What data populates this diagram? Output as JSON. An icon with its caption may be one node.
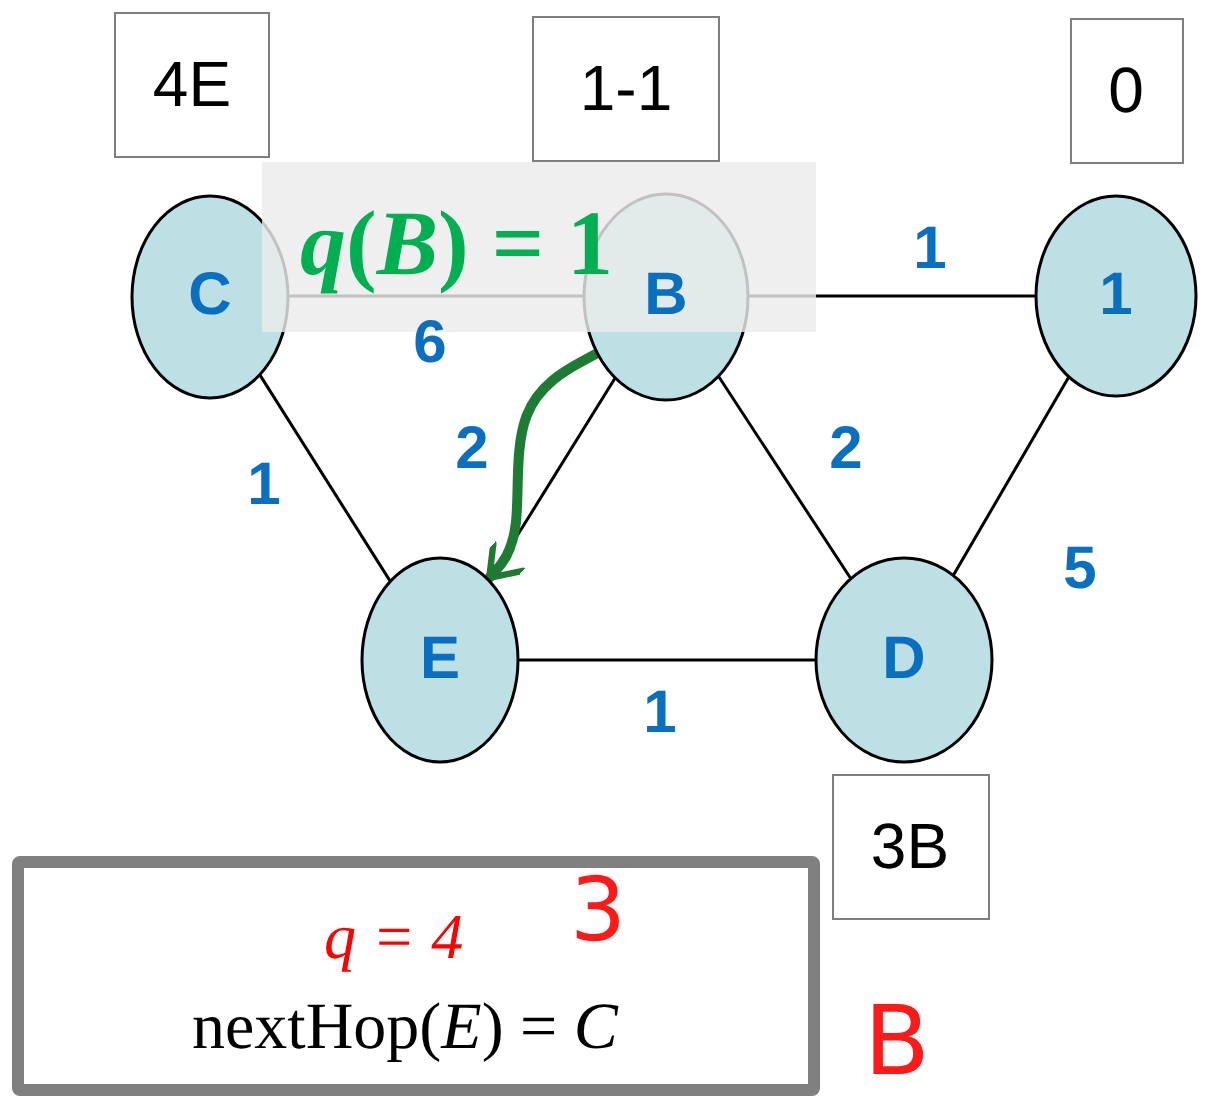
{
  "diagram": {
    "nodes": [
      {
        "text": [
          "4E"
        ]
      },
      {
        "text": [
          "1-1"
        ]
      },
      {
        "text": [
          "0"
        ]
      },
      {
        "text": [
          "C"
        ]
      },
      {
        "text": [
          "B"
        ]
      },
      {
        "text": [
          "1"
        ]
      },
      {
        "text": [
          "E"
        ]
      },
      {
        "text": [
          "D"
        ]
      },
      {
        "text": [
          "3B"
        ]
      },
      {
        "text": [
          "*q* = 4",
          "nextHop(*E*) = *C*"
        ]
      }
    ],
    "edges": [
      {
        "from": 3,
        "to": 4,
        "arrow": "none",
        "label": "6"
      },
      {
        "from": 4,
        "to": 5,
        "arrow": "none",
        "label": "1"
      },
      {
        "from": 3,
        "to": 6,
        "arrow": "none",
        "label": "1"
      },
      {
        "from": 6,
        "to": 4,
        "arrow": "none",
        "label": "2"
      },
      {
        "from": 4,
        "to": 7,
        "arrow": "none",
        "label": "2"
      },
      {
        "from": 5,
        "to": 7,
        "arrow": "none",
        "label": "5"
      },
      {
        "from": 6,
        "to": 7,
        "arrow": "none",
        "label": "1"
      },
      {
        "from": 4,
        "to": 6,
        "arrow": "to",
        "style": "thick",
        "color": "#1e7b34"
      }
    ],
    "labels": [
      "*q*(*B*) = 1",
      "3",
      "B"
    ]
  }
}
